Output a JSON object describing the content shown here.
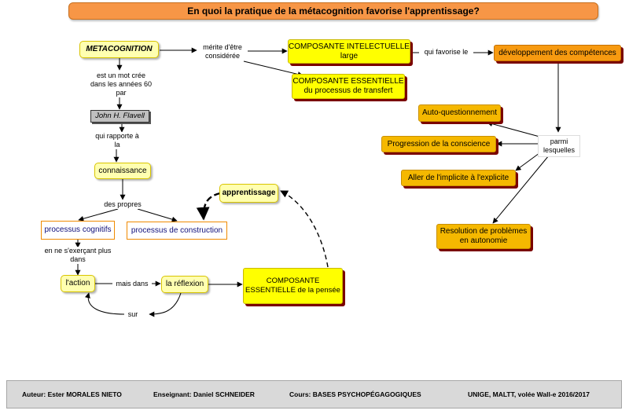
{
  "title": "En quoi la pratique de la métacognition favorise l'apprentissage?",
  "nodes": {
    "metacognition": "METACOGNITION",
    "flavell": "John H. Flavell",
    "connaissance": "connaissance",
    "processus_cognitifs": "processus cognitifs",
    "processus_construction": "processus de construction",
    "action": "l'action",
    "reflexion": "la réflexion",
    "composante_pensee": "COMPOSANTE ESSENTIELLE de la pensée",
    "apprentissage": "apprentissage",
    "composante_intellectuelle": "COMPOSANTE INTELECTUELLE large",
    "composante_transfert": "COMPOSANTE ESSENTIELLE du processus de transfert",
    "developpement": "développement des compétences",
    "auto_questionnement": "Auto-questionnement",
    "progression": "Progression de la conscience",
    "implicite": "Aller de l'implicite à l'explicite",
    "resolution": "Resolution de problèmes en autonomie"
  },
  "labels": {
    "merite": "mérite d'être considérée",
    "mot_cree": "est un mot crée dans les années 60 par",
    "rapporte": "qui rapporte à la",
    "des_propres": "des propres",
    "en_ne": "en ne s'exerçant plus dans",
    "mais_dans": "mais dans",
    "sur": "sur",
    "favorise": "qui favorise le",
    "parmi": "parmi lesquelles"
  },
  "footer": {
    "auteur": "Auteur: Ester MORALES NIETO",
    "enseignant": "Enseignant: Daniel SCHNEIDER",
    "cours": "Cours: BASES PSYCHOPÉGAGOGIQUES",
    "institution": "UNIGE, MALTT, volée Wall-e 2016/2017"
  }
}
